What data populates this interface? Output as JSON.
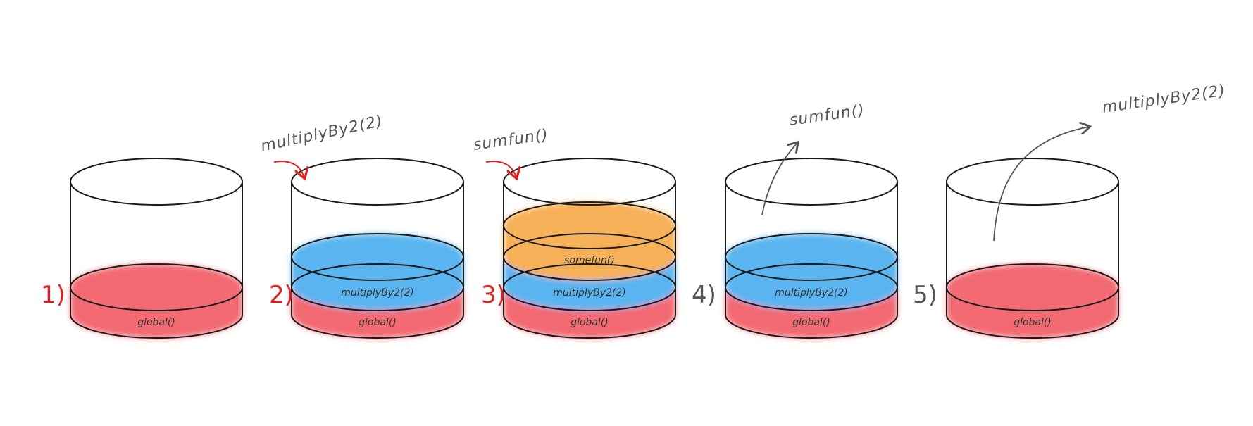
{
  "colors": {
    "global": "#f0505a",
    "multiply": "#3ea8ee",
    "somefun": "#f5a33a",
    "step_red": "#e02020",
    "step_gray": "#555555",
    "arrow_red": "#e02020",
    "arrow_gray": "#555555"
  },
  "stacks": [
    {
      "step": "1)",
      "step_color": "red",
      "layers": [
        {
          "label": "global()",
          "fill": "global"
        }
      ]
    },
    {
      "step": "2)",
      "step_color": "red",
      "annotation": "multiplyBy2(2)",
      "arrow": "push",
      "layers": [
        {
          "label": "global()",
          "fill": "global"
        },
        {
          "label": "multiplyBy2(2)",
          "fill": "multiply"
        }
      ]
    },
    {
      "step": "3)",
      "step_color": "red",
      "annotation": "sumfun()",
      "arrow": "push",
      "layers": [
        {
          "label": "global()",
          "fill": "global"
        },
        {
          "label": "multiplyBy2(2)",
          "fill": "multiply"
        },
        {
          "label": "somefun()",
          "fill": "somefun"
        }
      ]
    },
    {
      "step": "4)",
      "step_color": "gray",
      "annotation": "sumfun()",
      "arrow": "pop",
      "layers": [
        {
          "label": "global()",
          "fill": "global"
        },
        {
          "label": "multiplyBy2(2)",
          "fill": "multiply"
        }
      ]
    },
    {
      "step": "5)",
      "step_color": "gray",
      "annotation": "multiplyBy2(2)",
      "arrow": "pop",
      "layers": [
        {
          "label": "global()",
          "fill": "global"
        }
      ]
    }
  ]
}
